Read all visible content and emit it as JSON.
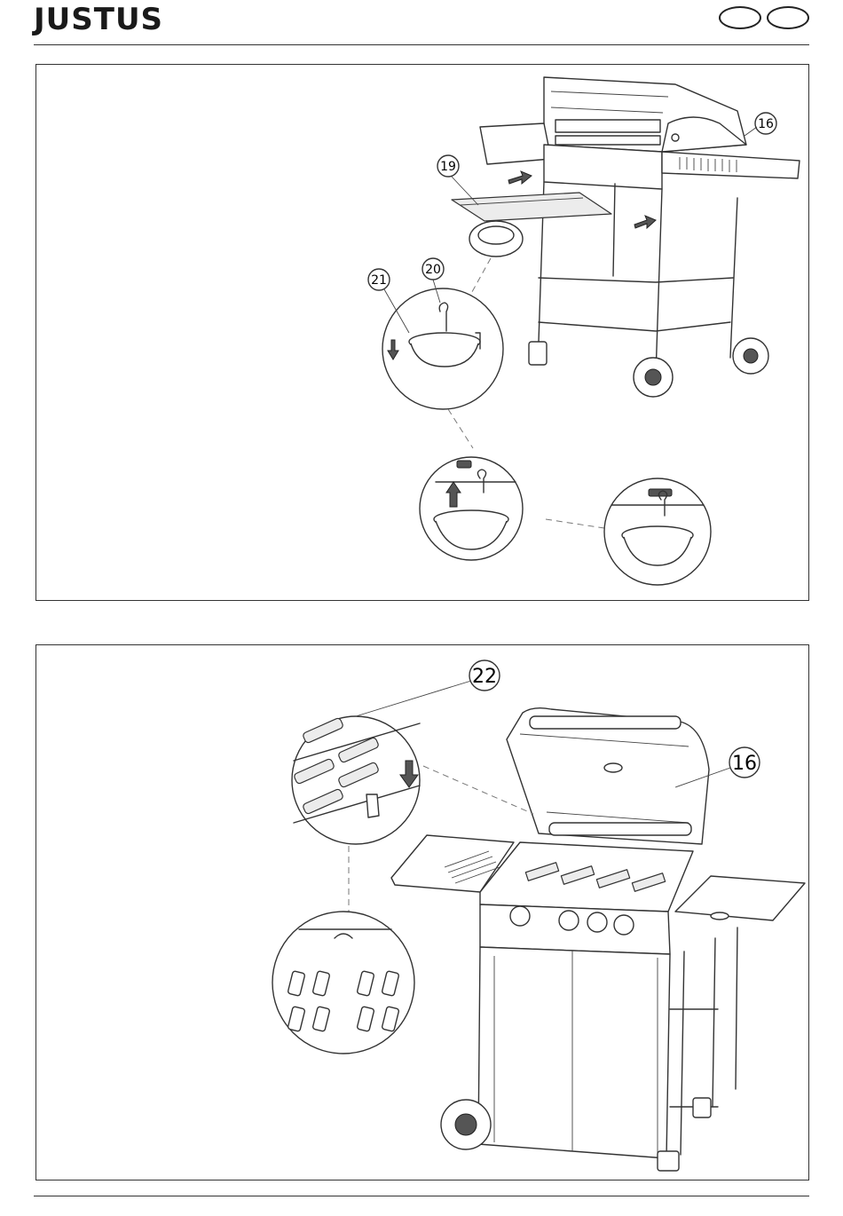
{
  "header": {
    "brand": "JUSTUS"
  },
  "step1": {
    "callouts": [
      "16",
      "19",
      "20",
      "21"
    ]
  },
  "step2": {
    "callouts": [
      "22",
      "16"
    ]
  },
  "icons": {
    "arrow": "arrow-icon",
    "lang": "language-oval-icon"
  }
}
